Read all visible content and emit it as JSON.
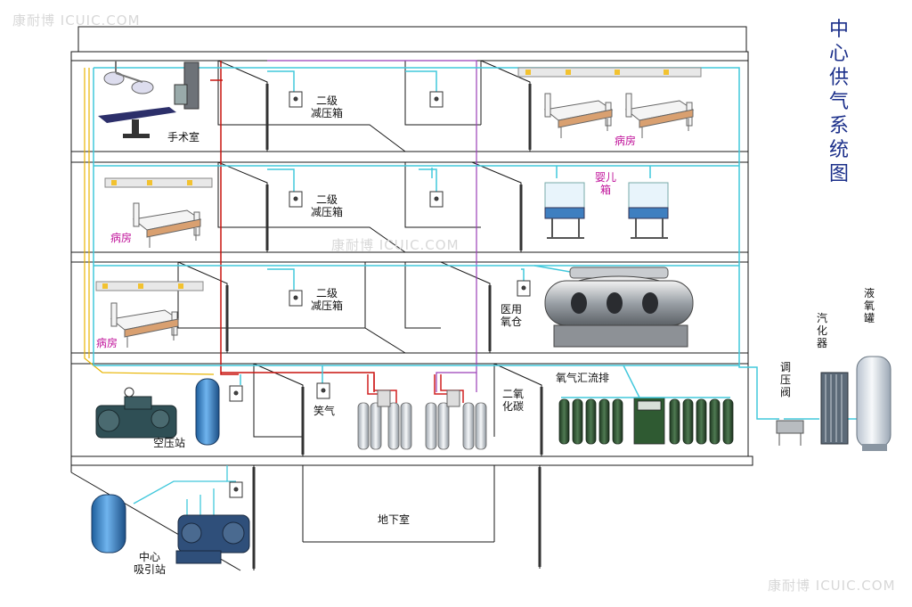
{
  "title": "中心供气系统图",
  "watermark": "康耐博 ICUIC.COM",
  "labels": {
    "operating_room": "手术室",
    "ward": "病房",
    "infant_box": "婴儿\n箱",
    "hyperbaric": "医用\n氧仓",
    "pressure_box": "二级\n减压箱",
    "nitrous_oxide": "笑气",
    "co2": "二氧\n化碳",
    "oxygen_manifold": "氧气汇流排",
    "air_compressor": "空压站",
    "vacuum_station": "中心\n吸引站",
    "basement": "地下室",
    "pressure_valve": "调\n压\n阀",
    "vaporizer": "汽\n化\n器",
    "liquid_oxygen": "液\n氧\n罐"
  },
  "colors": {
    "oxygen_line": "#41c8dc",
    "air_line": "#c8140f",
    "vacuum_line": "#9b3fb8",
    "yellow_line": "#e8b400",
    "structure": "#1a1a1a",
    "title": "#1b2f8a",
    "ward_label": "#c0129a",
    "equipment": "#2f7fc0"
  }
}
